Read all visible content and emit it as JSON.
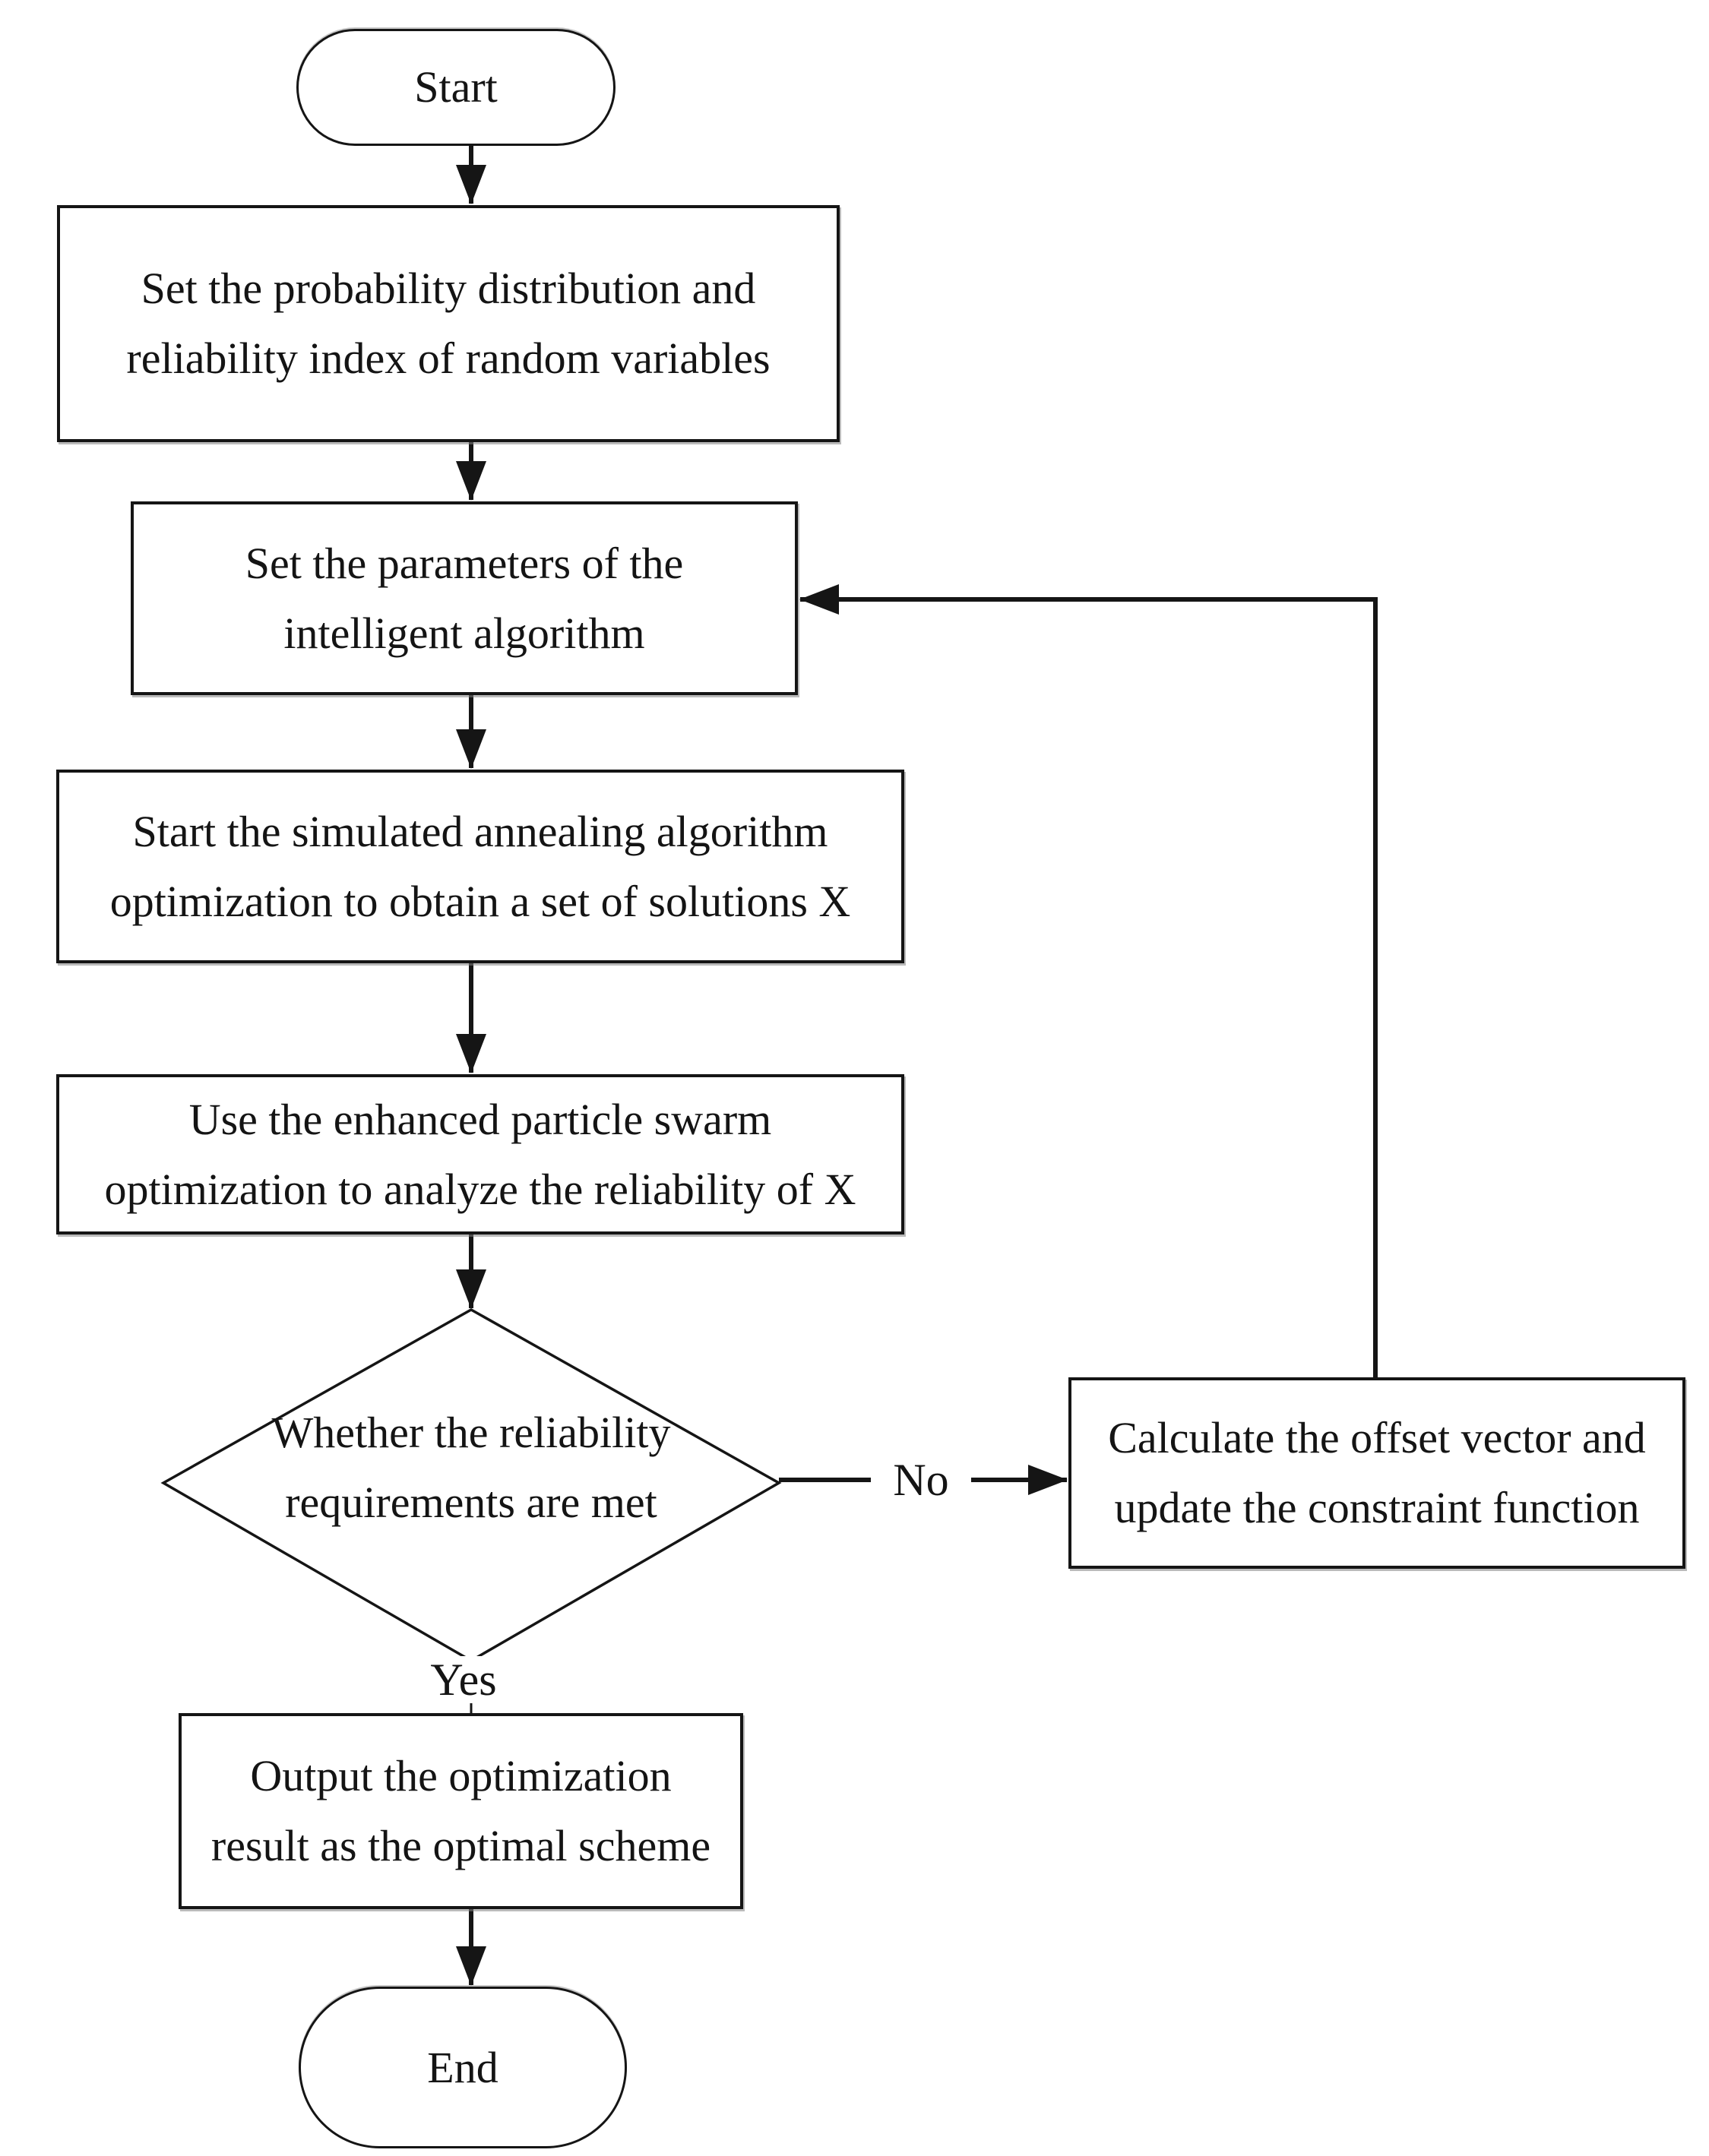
{
  "page": {
    "background_color": "#ffffff",
    "ink_color": "#151515"
  },
  "flowchart": {
    "nodes": {
      "start": {
        "type": "terminator",
        "label": "Start"
      },
      "set_probability": {
        "type": "process",
        "lines": [
          "Set the probability distribution and",
          "reliability index of random variables"
        ]
      },
      "set_parameters": {
        "type": "process",
        "lines": [
          "Set the parameters of the",
          "intelligent algorithm"
        ]
      },
      "simulated_annealing": {
        "type": "process",
        "lines": [
          "Start the simulated annealing algorithm",
          "optimization to obtain a set of solutions X"
        ]
      },
      "particle_swarm": {
        "type": "process",
        "lines": [
          "Use the enhanced particle swarm",
          "optimization to analyze the reliability of X"
        ]
      },
      "reliability_decision": {
        "type": "decision",
        "lines": [
          "Whether the reliability",
          "requirements are met"
        ]
      },
      "offset_vector": {
        "type": "process",
        "lines": [
          "Calculate the offset vector and",
          "update the constraint function"
        ]
      },
      "output_result": {
        "type": "process",
        "lines": [
          "Output the optimization",
          "result as the optimal scheme"
        ]
      },
      "end": {
        "type": "terminator",
        "label": "End"
      }
    },
    "edge_labels": {
      "yes": "Yes",
      "no": "No"
    }
  }
}
